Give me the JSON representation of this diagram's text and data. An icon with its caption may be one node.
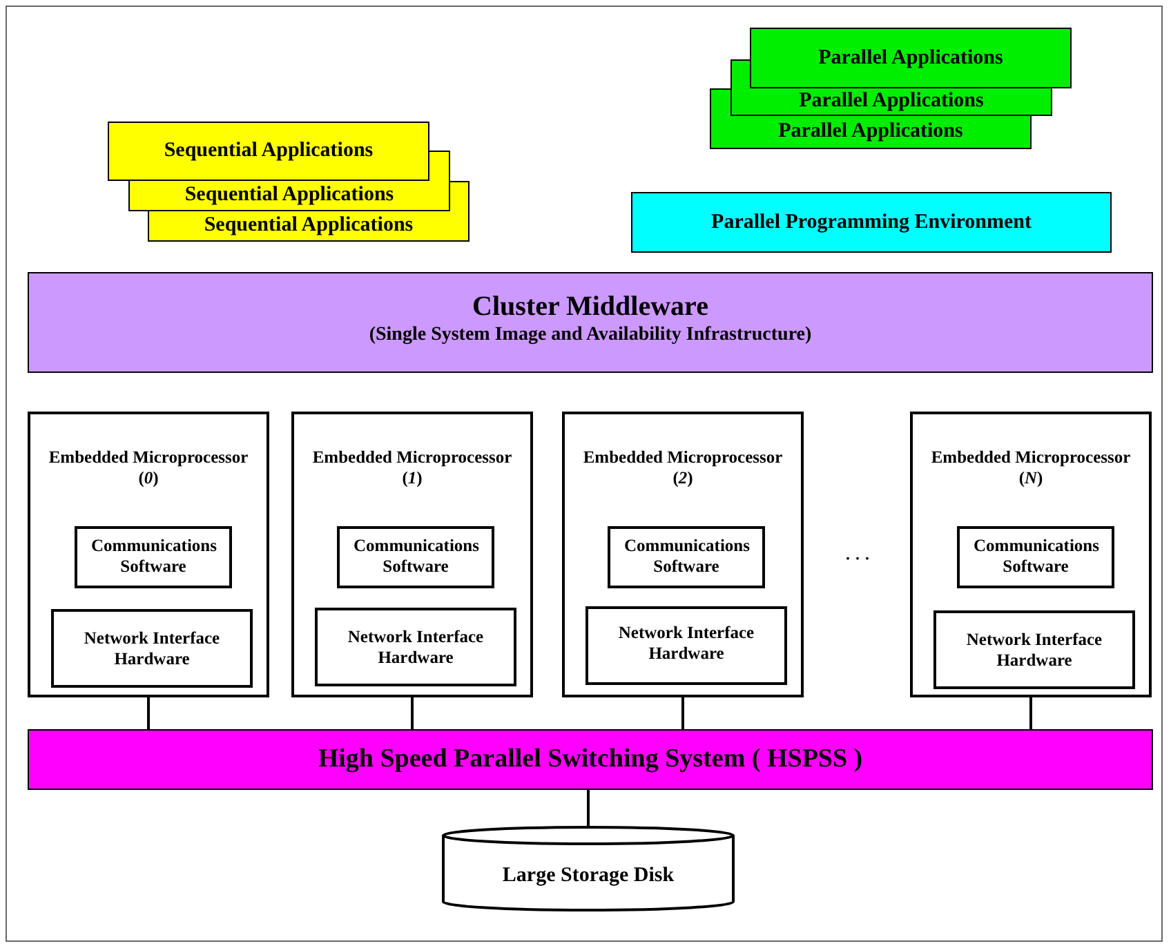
{
  "diagram": {
    "nodes": [
      {
        "text": [
          "Parallel Applications"
        ]
      },
      {
        "text": [
          "Parallel Applications"
        ]
      },
      {
        "text": [
          "Parallel Applications"
        ]
      },
      {
        "text": [
          "Sequential Applications"
        ]
      },
      {
        "text": [
          "Sequential Applications"
        ]
      },
      {
        "text": [
          "Sequential Applications"
        ]
      },
      {
        "text": [
          "Parallel Programming Environment"
        ]
      },
      {
        "text": [
          "Cluster Middleware",
          "(Single System Image and Availability Infrastructure)"
        ]
      },
      {
        "text": [
          "Embedded Microprocessor (*0*)"
        ]
      },
      {
        "text": [
          "Communications Software"
        ],
        "in": 8
      },
      {
        "text": [
          "Network Interface Hardware"
        ],
        "in": 8
      },
      {
        "text": [
          "Embedded Microprocessor (*1*)"
        ]
      },
      {
        "text": [
          "Communications Software"
        ],
        "in": 11
      },
      {
        "text": [
          "Network Interface Hardware"
        ],
        "in": 11
      },
      {
        "text": [
          "Embedded Microprocessor (*2*)"
        ]
      },
      {
        "text": [
          "Communications Software"
        ],
        "in": 14
      },
      {
        "text": [
          "Network Interface Hardware"
        ],
        "in": 14
      },
      {
        "text": [
          "Embedded Microprocessor (*N*)"
        ]
      },
      {
        "text": [
          "Communications Software"
        ],
        "in": 17
      },
      {
        "text": [
          "Network Interface Hardware"
        ],
        "in": 17
      },
      {
        "text": [
          "High Speed Parallel Switching System ( HSPSS )"
        ]
      },
      {
        "text": [
          "Large Storage Disk"
        ]
      }
    ],
    "edges": [
      {
        "from": 8,
        "to": 20,
        "arrow": "none"
      },
      {
        "from": 11,
        "to": 20,
        "arrow": "none"
      },
      {
        "from": 14,
        "to": 20,
        "arrow": "none"
      },
      {
        "from": 17,
        "to": 20,
        "arrow": "none"
      },
      {
        "from": 20,
        "to": 21,
        "arrow": "none"
      }
    ],
    "labels": [
      "..."
    ]
  }
}
